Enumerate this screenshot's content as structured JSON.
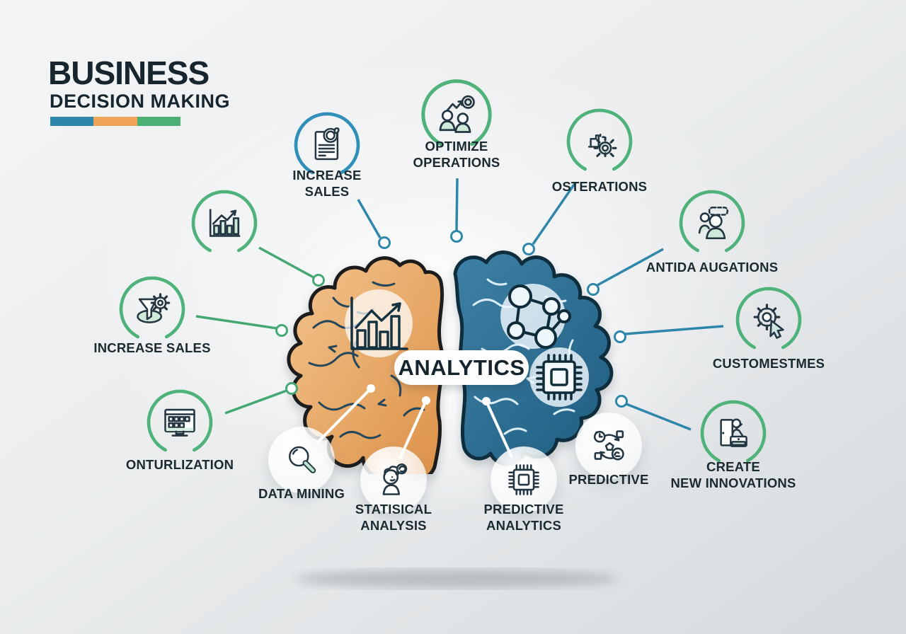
{
  "title": {
    "line1": "BUSINESS",
    "line2": "DECISION MAKING"
  },
  "legend_colors": {
    "blue": "#2e86ab",
    "orange": "#f0a45a",
    "green": "#4cb074"
  },
  "center": {
    "label": "ANALYTICS"
  },
  "brain": {
    "left_hemisphere_color": "#e8a564",
    "right_hemisphere_color": "#2f7195",
    "inner_icons": [
      "bar-chart-growth-icon",
      "molecule-icon",
      "cpu-chip-icon"
    ]
  },
  "connector_colors": {
    "blue": "#2e86ab",
    "green": "#45a874",
    "white": "#ffffff"
  },
  "nodes": [
    {
      "id": "chart-growth",
      "icon": "bar-chart-growth-icon",
      "ring": "green",
      "lines": []
    },
    {
      "id": "increase-sales-top",
      "icon": "document-report-icon",
      "ring": "blue",
      "lines": [
        "INCREASE",
        "SALES"
      ]
    },
    {
      "id": "optimize-operations",
      "icon": "team-performance-icon",
      "ring": "green",
      "lines": [
        "OPTIMIZE",
        "OPERATIONS"
      ]
    },
    {
      "id": "osterations",
      "icon": "machine-gear-icon",
      "ring": "green",
      "lines": [
        "OSTERATIONS"
      ]
    },
    {
      "id": "antida-augations",
      "icon": "people-collaboration-icon",
      "ring": "green",
      "lines": [
        "ANTIDA AUGATIONS"
      ]
    },
    {
      "id": "customestmes",
      "icon": "gear-cursor-icon",
      "ring": "green",
      "lines": [
        "CUSTOMESTMES"
      ]
    },
    {
      "id": "create-new-innovations",
      "icon": "person-workstation-icon",
      "ring": "green",
      "lines": [
        "CREATE",
        "NEW INNOVATIONS"
      ]
    },
    {
      "id": "predictive",
      "icon": "process-cycle-icon",
      "ring": "none",
      "lines": [
        "PREDICTIVE"
      ]
    },
    {
      "id": "predictive-analytics",
      "icon": "cpu-chip-icon",
      "ring": "none",
      "lines": [
        "PREDICTIVE",
        "ANALYTICS"
      ]
    },
    {
      "id": "statisical-analysis",
      "icon": "person-thinking-icon",
      "ring": "none",
      "lines": [
        "STATISICAL",
        "ANALYSIS"
      ]
    },
    {
      "id": "data-mining",
      "icon": "magnifier-icon",
      "ring": "none",
      "lines": [
        "DATA MINING"
      ]
    },
    {
      "id": "onturlization",
      "icon": "dashboard-monitor-icon",
      "ring": "green",
      "lines": [
        "ONTURLIZATION"
      ]
    },
    {
      "id": "increase-sales-left",
      "icon": "funnel-gear-icon",
      "ring": "green",
      "lines": [
        "INCREASE SALES"
      ]
    }
  ]
}
